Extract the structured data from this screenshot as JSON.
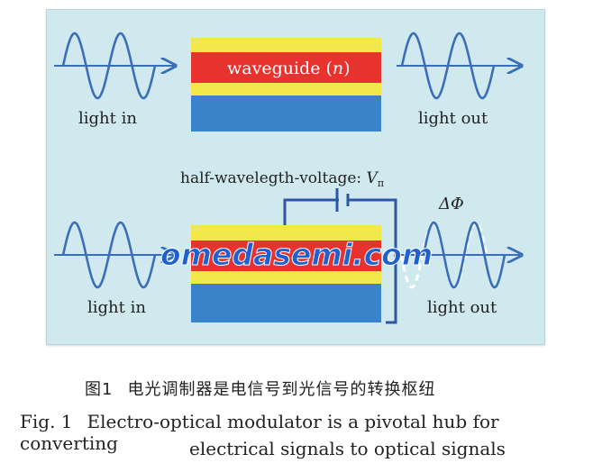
{
  "top": {
    "waveguide_label": "waveguide (",
    "waveguide_var": "n",
    "waveguide_close": ")",
    "light_in": "light in",
    "light_out": "light out"
  },
  "bottom": {
    "voltage_label": "half-wavelegth-voltage: ",
    "voltage_var": "V",
    "voltage_sub": "π",
    "phase_label": "ΔΦ",
    "light_in": "light in",
    "light_out": "light out"
  },
  "watermark": "omedasemi.com",
  "caption": {
    "cn_number": "图1",
    "cn_text": "电光调制器是电信号到光信号的转换枢纽",
    "en_number": "Fig. 1",
    "en_line1": "Electro-optical modulator is a pivotal hub for converting",
    "en_line2": "electrical signals to optical signals"
  },
  "colors": {
    "wave": "#3a6fb8",
    "yellow_layer": "#f2e84a",
    "red_layer": "#e8322d",
    "blue_layer": "#3a82c9",
    "electrode": "#2e56a6",
    "watermark": "#1f5fd0"
  }
}
